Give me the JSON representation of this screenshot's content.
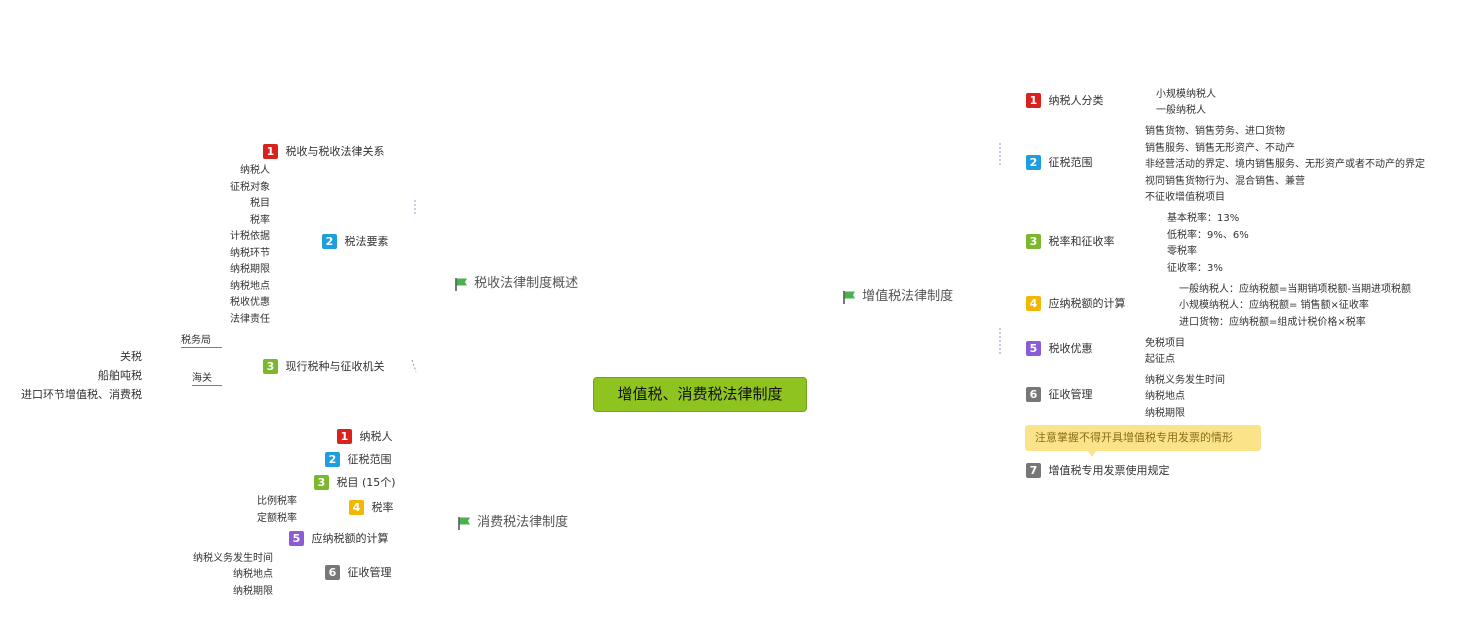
{
  "center": "增值税、消费税法律制度",
  "branch_overview": {
    "title": "税收法律制度概述",
    "items": [
      {
        "num": "1",
        "label": "税收与税收法律关系"
      },
      {
        "num": "2",
        "label": "税法要素",
        "children": [
          "纳税人",
          "征税对象",
          "税目",
          "税率",
          "计税依据",
          "纳税环节",
          "纳税期限",
          "纳税地点",
          "税收优惠",
          "法律责任"
        ]
      },
      {
        "num": "3",
        "label": "现行税种与征收机关",
        "agencies": [
          {
            "name": "税务局"
          },
          {
            "name": "海关",
            "children": [
              "关税",
              "船舶吨税",
              "进口环节增值税、消费税"
            ]
          }
        ]
      }
    ]
  },
  "branch_consumption": {
    "title": "消费税法律制度",
    "items": [
      {
        "num": "1",
        "label": "纳税人"
      },
      {
        "num": "2",
        "label": "征税范围"
      },
      {
        "num": "3",
        "label": "税目 (15个)"
      },
      {
        "num": "4",
        "label": "税率",
        "children": [
          "比例税率",
          "定额税率"
        ]
      },
      {
        "num": "5",
        "label": "应纳税额的计算"
      },
      {
        "num": "6",
        "label": "征收管理",
        "children": [
          "纳税义务发生时间",
          "纳税地点",
          "纳税期限"
        ]
      }
    ]
  },
  "branch_vat": {
    "title": "增值税法律制度",
    "items": [
      {
        "num": "1",
        "label": "纳税人分类",
        "children": [
          "小规模纳税人",
          "一般纳税人"
        ]
      },
      {
        "num": "2",
        "label": "征税范围",
        "children": [
          "销售货物、销售劳务、进口货物",
          "销售服务、销售无形资产、不动产",
          "非经营活动的界定、境内销售服务、无形资产或者不动产的界定",
          "视同销售货物行为、混合销售、兼营",
          "不征收增值税项目"
        ]
      },
      {
        "num": "3",
        "label": "税率和征收率",
        "children": [
          "基本税率：13%",
          "低税率：9%、6%",
          "零税率",
          "征收率：3%"
        ]
      },
      {
        "num": "4",
        "label": "应纳税额的计算",
        "children": [
          "一般纳税人：应纳税额=当期销项税额-当期进项税额",
          "小规模纳税人：应纳税额= 销售额×征收率",
          "进口货物：应纳税额=组成计税价格×税率"
        ]
      },
      {
        "num": "5",
        "label": "税收优惠",
        "children": [
          "免税项目",
          "起征点"
        ]
      },
      {
        "num": "6",
        "label": "征收管理",
        "children": [
          "纳税义务发生时间",
          "纳税地点",
          "纳税期限"
        ]
      },
      {
        "num": "7",
        "label": "增值税专用发票使用规定"
      }
    ],
    "note": "注意掌握不得开具增值税专用发票的情形"
  },
  "colors": {
    "center_fill": "#8fc31f",
    "flag": "#4caf50",
    "badge_1": "#d9221c",
    "badge_2": "#1e9de0",
    "badge_3": "#7cb82f",
    "badge_4": "#f2b705",
    "badge_5": "#8b5cd6",
    "badge_6": "#777777",
    "note_fill": "#fbe38a"
  },
  "icons": {
    "topic_marker": "flag-icon",
    "item_marker": "number-badge-icon"
  }
}
